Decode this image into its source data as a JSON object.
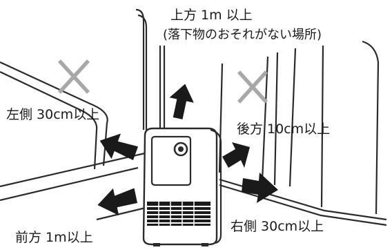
{
  "labels": {
    "top_line1": "上方 1m 以上",
    "top_line2": "(落下物のおそれがない場所)",
    "left": "左側 30cm以上",
    "back": "後方 10cm以上",
    "right": "右側 30cm以上",
    "front": "前方 1m以上"
  },
  "icons": {
    "prohibited_left": "cross-mark-icon",
    "prohibited_back": "cross-mark-icon"
  },
  "colors": {
    "line": "#2a2a2a",
    "arrow": "#1a1a1a",
    "cross": "#a8a8a8",
    "heater_body": "#ffffff",
    "grille": "#1a1a1a"
  }
}
